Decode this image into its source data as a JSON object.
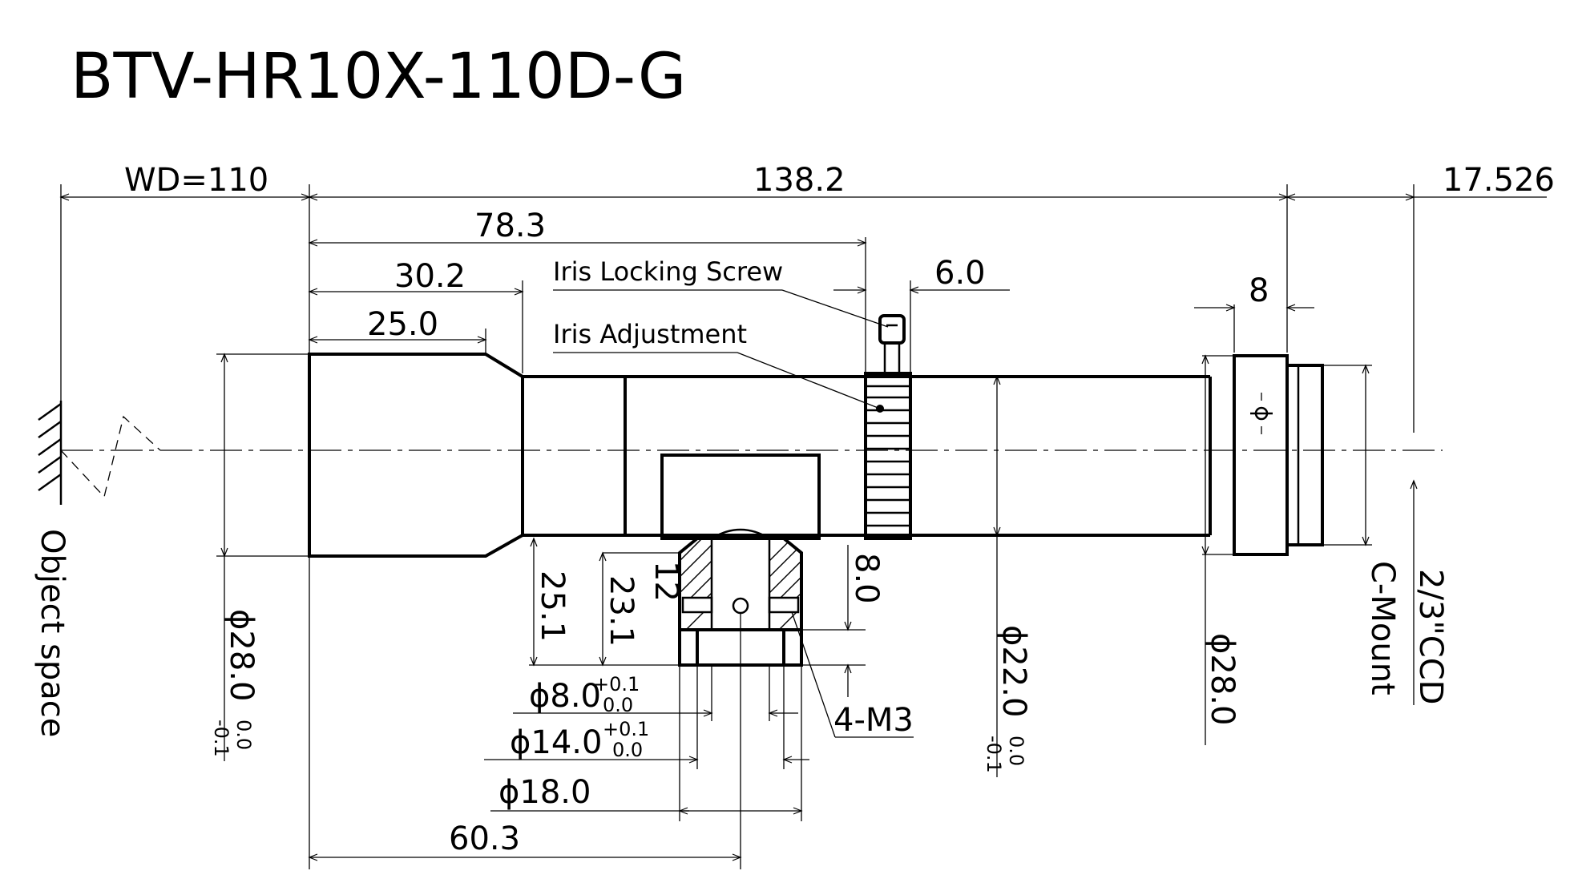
{
  "title": "BTV-HR10X-110D-G",
  "dimensions": {
    "wd": "WD=110",
    "total_length": "138.2",
    "back_focus": "17.526",
    "iris_position": "78.3",
    "step_30": "30.2",
    "step_25": "25.0",
    "iris_ring_width": "6.0",
    "mount_width": "8",
    "height_25_1": "25.1",
    "height_23_1": "23.1",
    "mount_depth_12": "12",
    "height_8_0": "8.0",
    "hole_8": "ϕ8.0",
    "hole_8_tol_upper": "+0.1",
    "hole_8_tol_lower": "0.0",
    "hole_14": "ϕ14.0",
    "hole_14_tol_upper": "+0.1",
    "hole_14_tol_lower": "0.0",
    "hole_18": "ϕ18.0",
    "mount_position": "60.3",
    "front_diameter": "ϕ28.0",
    "front_tol_upper": "0.0",
    "front_tol_lower": "-0.1",
    "barrel_diameter": "ϕ22.0",
    "barrel_tol_upper": "0.0",
    "barrel_tol_lower": "-0.1",
    "rear_diameter": "ϕ28.0",
    "screws": "4-M3"
  },
  "labels": {
    "iris_locking_screw": "Iris Locking Screw",
    "iris_adjustment": "Iris Adjustment",
    "object_space": "Object space",
    "c_mount": "C-Mount",
    "sensor": "2/3\"CCD"
  }
}
